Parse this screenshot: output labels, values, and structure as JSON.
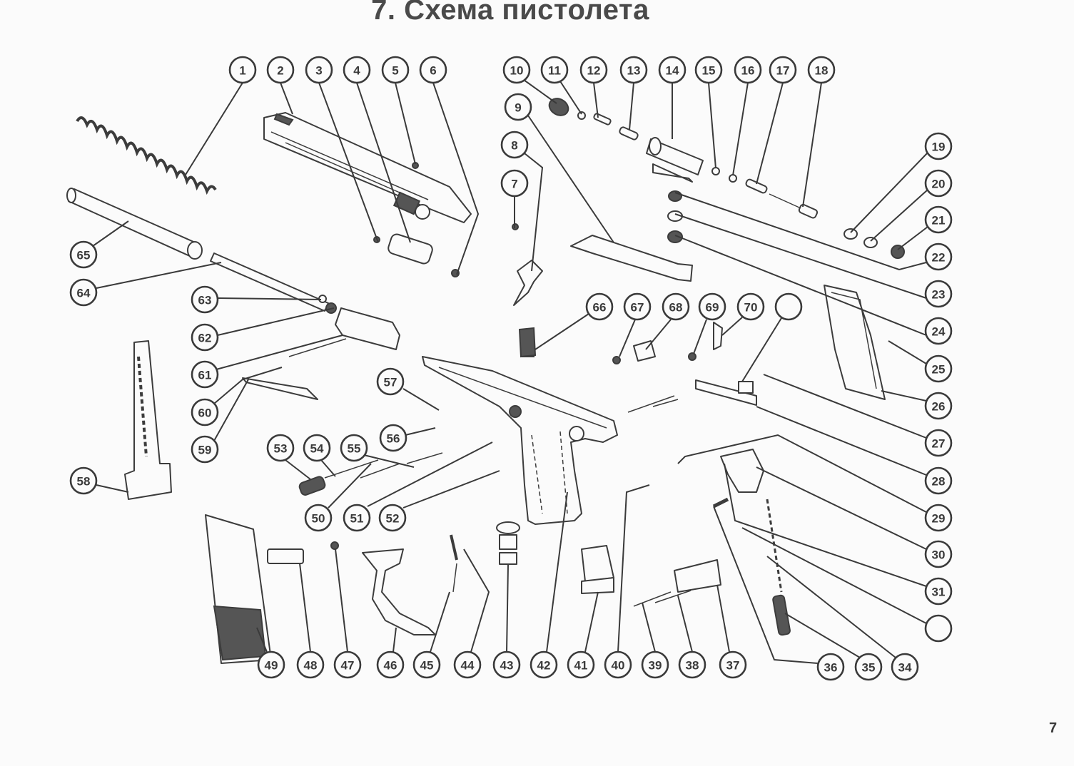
{
  "title": "7. Схема пистолета",
  "page_number": "7",
  "callouts": [
    {
      "label": "1"
    },
    {
      "label": "2"
    },
    {
      "label": "3"
    },
    {
      "label": "4"
    },
    {
      "label": "5"
    },
    {
      "label": "6"
    },
    {
      "label": "7"
    },
    {
      "label": "8"
    },
    {
      "label": "9"
    },
    {
      "label": "10"
    },
    {
      "label": "11"
    },
    {
      "label": "12"
    },
    {
      "label": "13"
    },
    {
      "label": "14"
    },
    {
      "label": "15"
    },
    {
      "label": "16"
    },
    {
      "label": "17"
    },
    {
      "label": "18"
    },
    {
      "label": "19"
    },
    {
      "label": "20"
    },
    {
      "label": "21"
    },
    {
      "label": "22"
    },
    {
      "label": "23"
    },
    {
      "label": "24"
    },
    {
      "label": "25"
    },
    {
      "label": "26"
    },
    {
      "label": "27"
    },
    {
      "label": "28"
    },
    {
      "label": "29"
    },
    {
      "label": "30"
    },
    {
      "label": "31"
    },
    {
      "label": ""
    },
    {
      "label": "34"
    },
    {
      "label": "35"
    },
    {
      "label": "36"
    },
    {
      "label": "37"
    },
    {
      "label": "38"
    },
    {
      "label": "39"
    },
    {
      "label": "40"
    },
    {
      "label": "41"
    },
    {
      "label": "42"
    },
    {
      "label": "43"
    },
    {
      "label": "44"
    },
    {
      "label": "45"
    },
    {
      "label": "46"
    },
    {
      "label": "47"
    },
    {
      "label": "48"
    },
    {
      "label": "49"
    },
    {
      "label": "50"
    },
    {
      "label": "51"
    },
    {
      "label": "52"
    },
    {
      "label": "53"
    },
    {
      "label": "54"
    },
    {
      "label": "55"
    },
    {
      "label": "56"
    },
    {
      "label": "57"
    },
    {
      "label": "58"
    },
    {
      "label": "59"
    },
    {
      "label": "60"
    },
    {
      "label": "61"
    },
    {
      "label": "62"
    },
    {
      "label": "63"
    },
    {
      "label": "64"
    },
    {
      "label": "65"
    },
    {
      "label": "66"
    },
    {
      "label": "67"
    },
    {
      "label": "68"
    },
    {
      "label": "69"
    },
    {
      "label": "70"
    },
    {
      "label": ""
    }
  ]
}
